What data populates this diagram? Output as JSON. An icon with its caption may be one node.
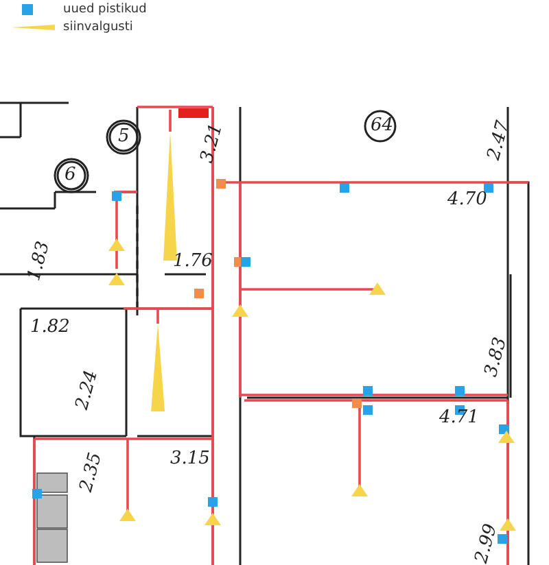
{
  "diagram": {
    "labels": [
      "5",
      "64",
      "3.21",
      "6",
      "2.47",
      "4.70",
      "1.83",
      "1.76",
      "1.82",
      "3.83",
      "2.24",
      "4.71",
      "2.35",
      "3.15",
      "2.99"
    ],
    "legend": [
      {
        "text": "uued pistikud",
        "color": "#29a3e8"
      },
      {
        "text": "siinvalgusti"
      }
    ]
  }
}
